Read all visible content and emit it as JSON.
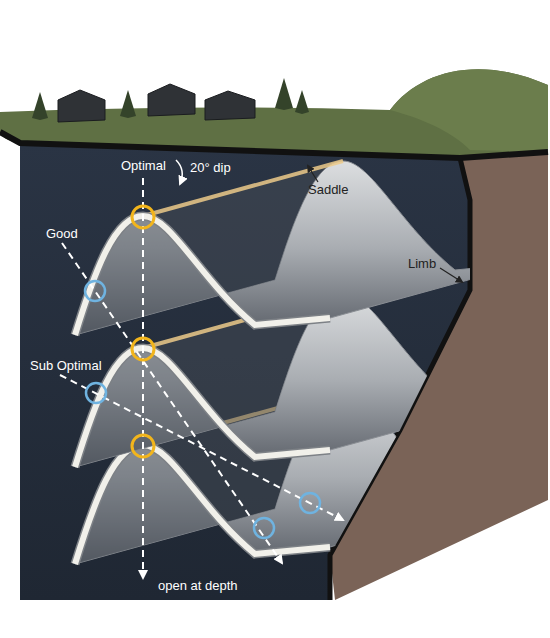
{
  "diagram": {
    "labels": [
      "Optimal",
      "20° dip",
      "Saddle",
      "Good",
      "Limb",
      "Sub Optimal",
      "open at depth"
    ]
  }
}
